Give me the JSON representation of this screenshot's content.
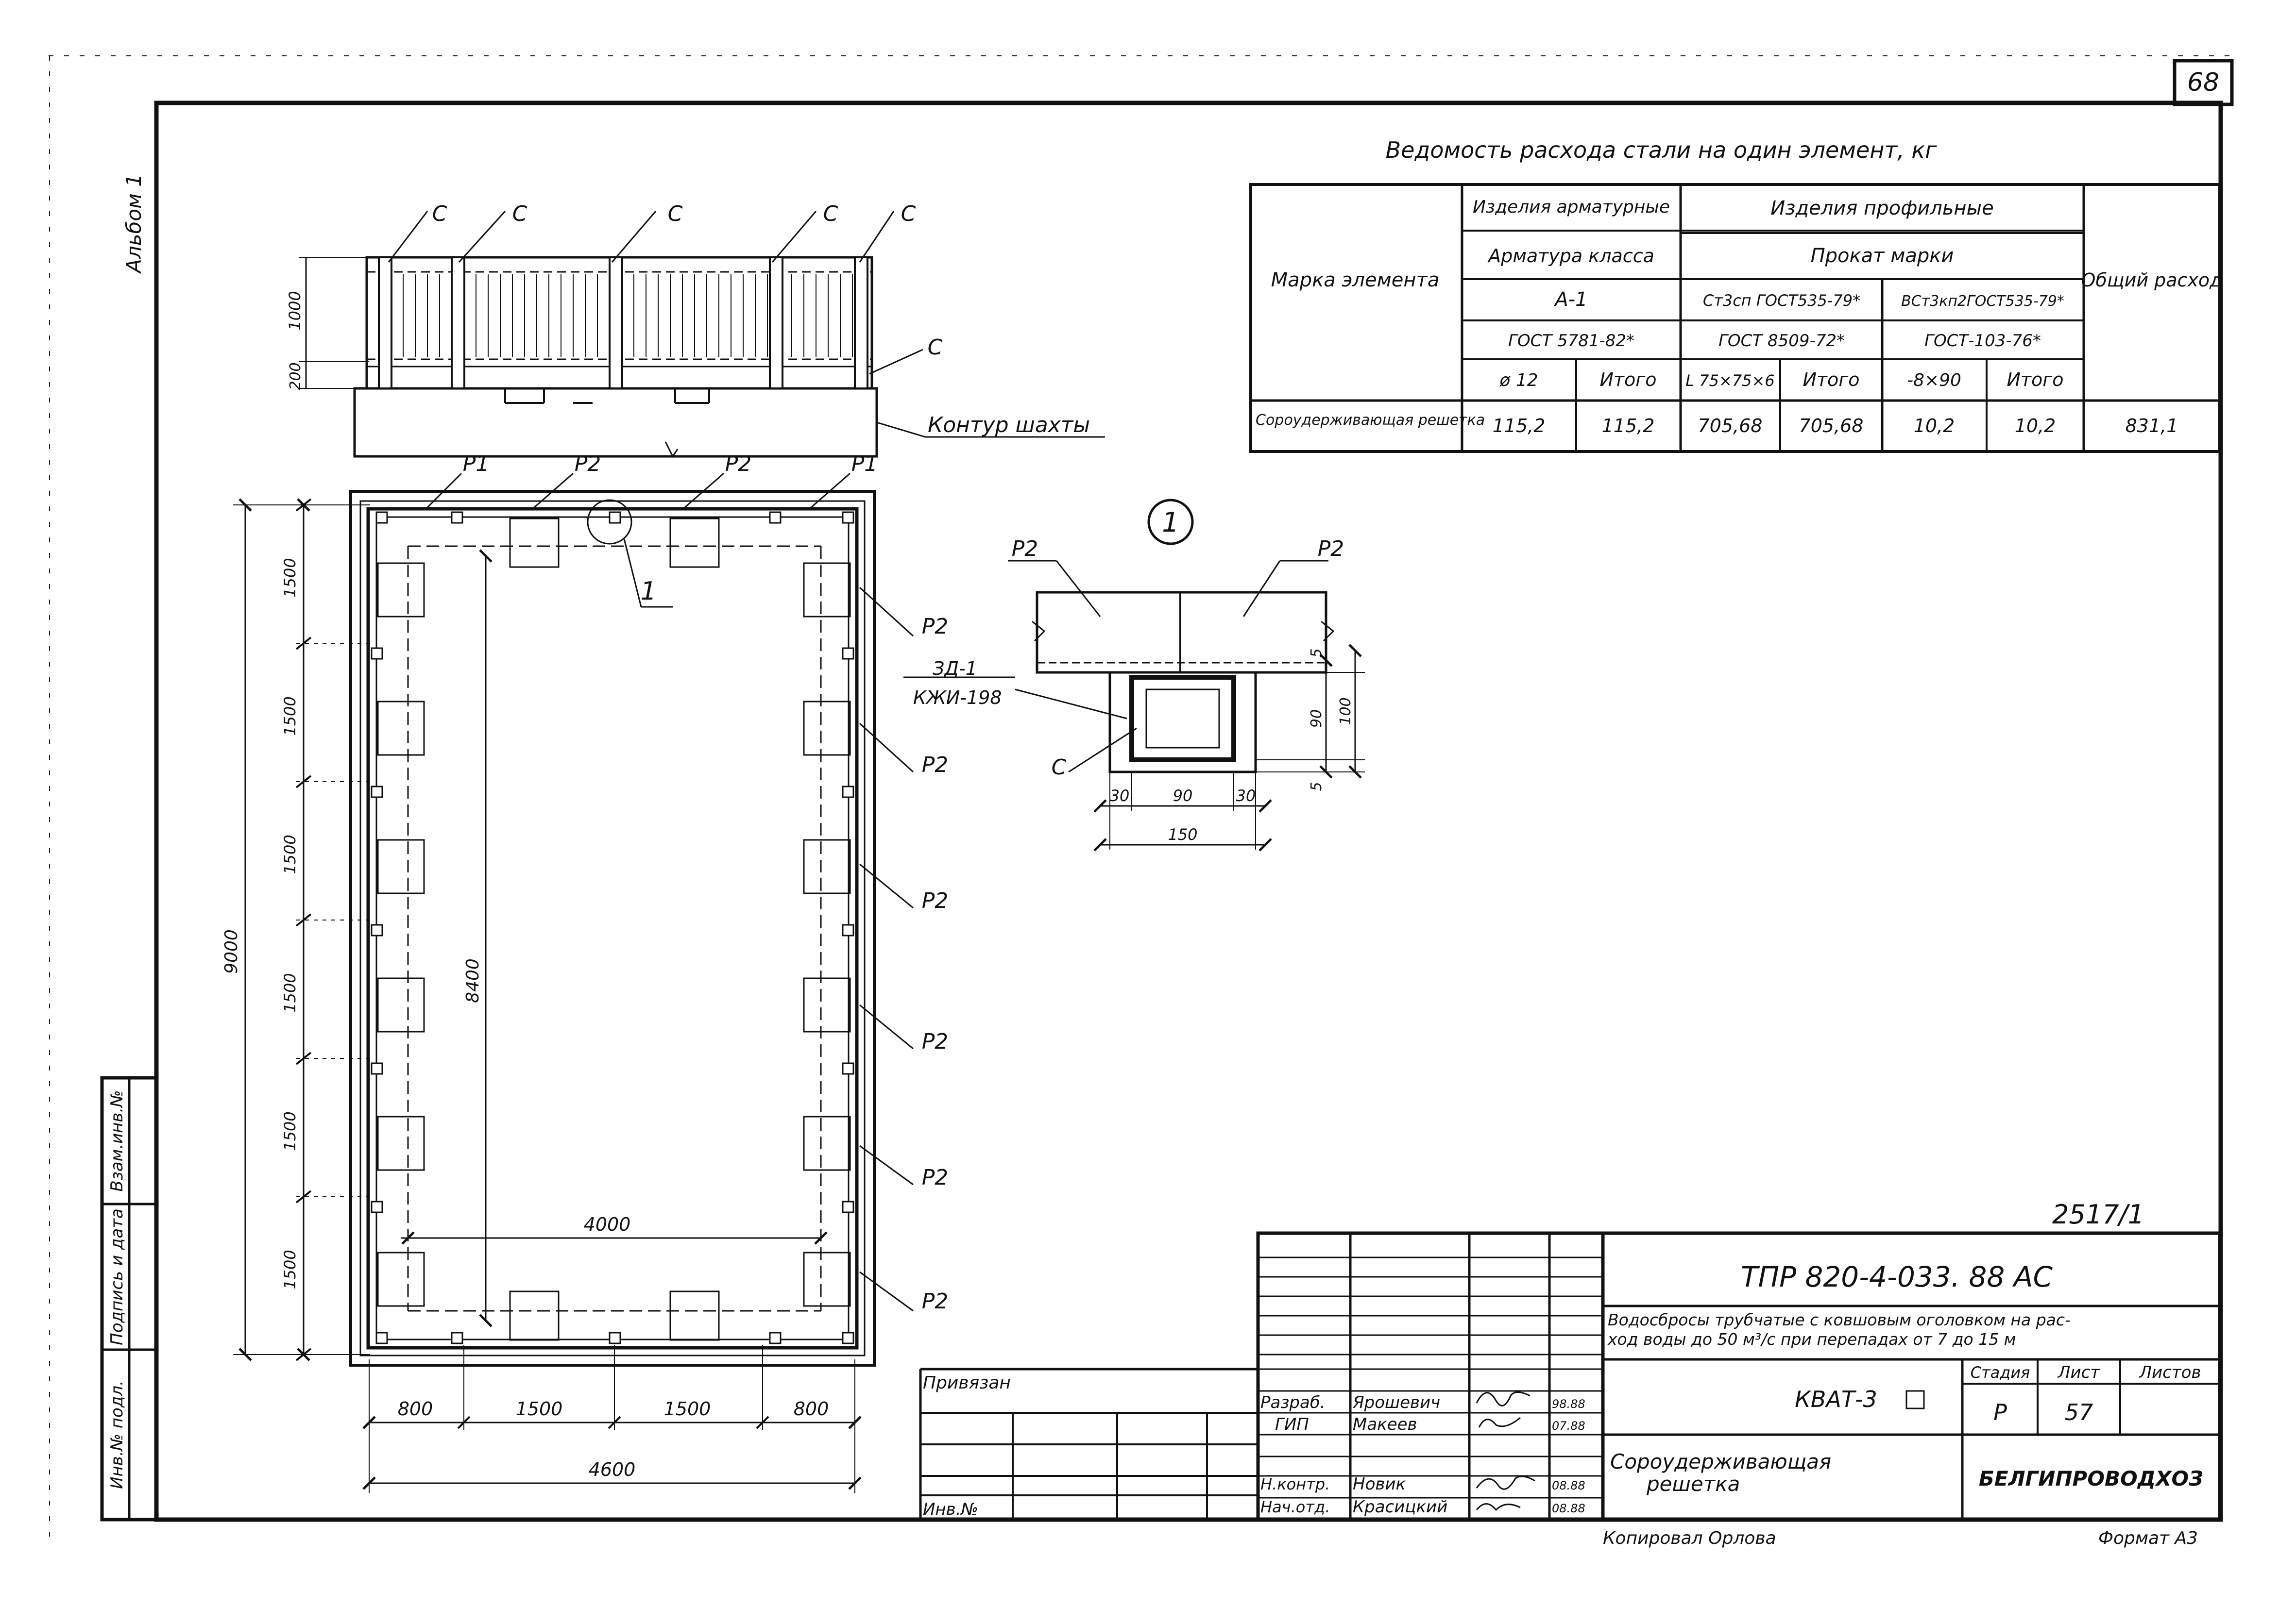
{
  "sheet": {
    "page_number": "68",
    "album": "Альбом 1",
    "sheet_ref": "2517/1",
    "copied_by": "Копировал Орлова",
    "format": "Формат А3"
  },
  "side_stamp": {
    "inv_podl": "Инв.№ подл.",
    "podpis_data": "Подпись и дата",
    "vzam_inv": "Взам.инв.№"
  },
  "steel_table": {
    "title": "Ведомость расхода стали на один элемент, кг",
    "header": {
      "mark": "Марка элемента",
      "armature_products": "Изделия арматурные",
      "armature_class": "Арматура класса",
      "a1": "А-1",
      "gost_5781": "ГОСТ 5781-82*",
      "d12": "ø 12",
      "itogo": "Итого",
      "profile_products": "Изделия профильные",
      "prokat": "Прокат марки",
      "st3sp": "Ст3сп ГОСТ535-79*",
      "gost_8509": "ГОСТ 8509-72*",
      "angle": "L 75×75×6",
      "vst3": "ВСт3кп2ГОСТ535-79*",
      "gost_103": "ГОСТ-103-76*",
      "strip": "-8×90",
      "total": "Общий расход"
    },
    "rows": [
      {
        "name": "Сороудерживающая решетка",
        "d12": "115,2",
        "itogo1": "115,2",
        "angle": "705,68",
        "itogo2": "705,68",
        "strip": "10,2",
        "itogo3": "10,2",
        "total": "831,1"
      }
    ]
  },
  "elevation": {
    "labels": {
      "c": "С",
      "contour": "Контур шахты"
    },
    "dims": {
      "h1000": "1000",
      "h200": "200"
    }
  },
  "plan": {
    "labels": {
      "p1": "Р1",
      "p2": "Р2",
      "callout": "1"
    },
    "dims": {
      "overall_h": "9000",
      "bay": "1500",
      "inner_h": "8400",
      "inner_w": "4000",
      "side": "800",
      "overall_w": "4600"
    }
  },
  "detail": {
    "number": "1",
    "labels": {
      "p2": "Р2",
      "zd": "ЗД-1",
      "kzhi": "КЖИ-198",
      "c": "С"
    },
    "dims": {
      "d5": "5",
      "d90": "90",
      "d100": "100",
      "d30": "30",
      "d150": "150"
    }
  },
  "title_block": {
    "code": "ТПР 820-4-033. 88      АС",
    "project": "Водосбросы трубчатые с ковшовым оголовком на рас-\nход воды до 50 м³/с при перепадах от 7 до 15 м",
    "privyazan": "Привязан",
    "inv_no": "Инв.№",
    "signatures": [
      {
        "role": "Разраб.",
        "name": "Ярошевич",
        "date": "98.88"
      },
      {
        "role": "ГИП",
        "name": "Макеев",
        "date": "07.88"
      },
      {
        "role": "Н.контр.",
        "name": "Новик",
        "date": "08.88"
      },
      {
        "role": "Нач.отд.",
        "name": "Красицкий",
        "date": "08.88"
      }
    ],
    "sheet_code": "КВАТ-3",
    "stage_header": "Стадия",
    "sheet_header": "Лист",
    "sheets_header": "Листов",
    "stage": "Р",
    "sheet_no": "57",
    "sheets": "",
    "drawing_name": "Сороудерживающая\nрешетка",
    "org": "БЕЛГИПРОВОДХОЗ"
  }
}
